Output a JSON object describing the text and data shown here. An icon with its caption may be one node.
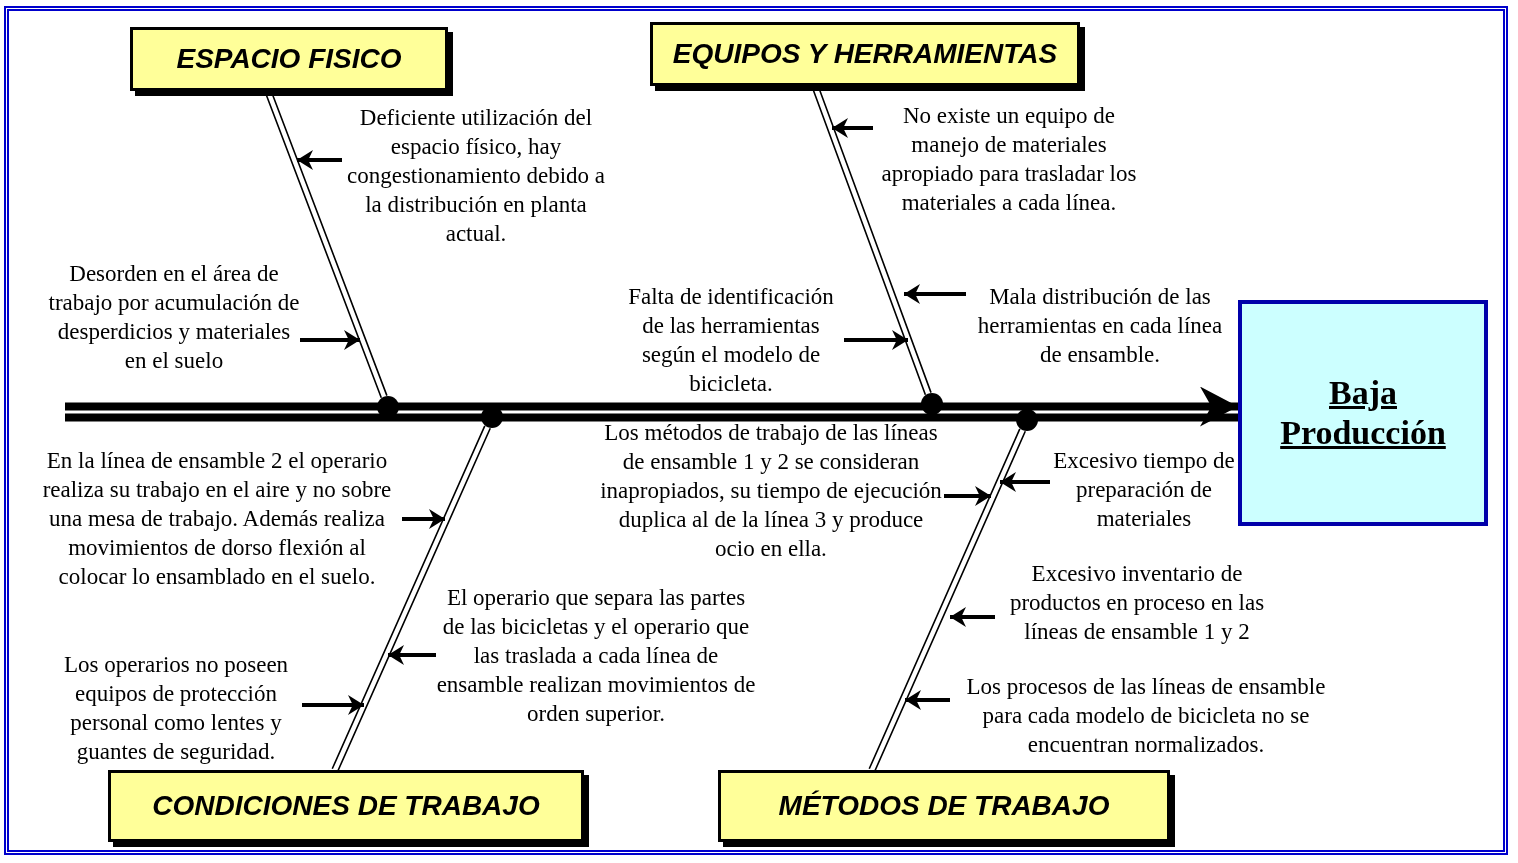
{
  "diagram": {
    "nodes": [
      {
        "text": [
          "ESPACIO FISICO"
        ]
      },
      {
        "text": [
          "EQUIPOS Y HERRAMIENTAS"
        ]
      },
      {
        "text": [
          "Baja Producción"
        ]
      },
      {
        "text": [
          "CONDICIONES DE TRABAJO"
        ]
      },
      {
        "text": [
          "MÉTODOS DE TRABAJO"
        ]
      },
      {
        "text": [],
        "shape": "circle"
      },
      {
        "text": [],
        "shape": "circle"
      },
      {
        "text": [],
        "shape": "circle"
      },
      {
        "text": [],
        "shape": "circle"
      },
      {
        "text": [
          "Deficiente utilización del espacio físico, hay congestionamiento debido a la distribución en planta actual."
        ]
      },
      {
        "text": [
          "No existe un equipo de manejo de materiales apropiado para trasladar los materiales a cada línea."
        ]
      },
      {
        "text": [
          "Desorden en el área de trabajo por acumulación de desperdicios y materiales en el suelo"
        ]
      },
      {
        "text": [
          "Falta de identificación de las herramientas según el modelo de bicicleta."
        ]
      },
      {
        "text": [
          "Mala distribución de las herramientas en cada línea de ensamble."
        ]
      },
      {
        "text": [
          "En la línea de ensamble 2 el operario realiza su trabajo en el aire y no sobre una mesa de trabajo. Además realiza movimientos de dorso flexión al colocar lo ensamblado en el suelo."
        ]
      },
      {
        "text": [
          "Los métodos de trabajo de las líneas de ensamble 1 y 2 se consideran inapropiados, su tiempo de ejecución duplica al de la línea 3 y produce ocio en ella."
        ]
      },
      {
        "text": [
          "Excesivo tiempo de preparación de materiales"
        ]
      },
      {
        "text": [
          "Excesivo inventario de productos en proceso en las líneas de ensamble 1 y 2"
        ]
      },
      {
        "text": [
          "El operario que separa las partes de las bicicletas y el operario que las traslada a cada línea de ensamble realizan movimientos de orden superior."
        ]
      },
      {
        "text": [
          "Los operarios no poseen equipos de protección personal como lentes y guantes de seguridad."
        ]
      },
      {
        "text": [
          "Los procesos de las líneas de ensamble para cada modelo de bicicleta no se encuentran normalizados."
        ]
      }
    ],
    "edges": [
      {
        "from": null,
        "to": 2,
        "arrow": "to",
        "style": "thick"
      },
      {
        "from": 0,
        "to": 5,
        "arrow": "none"
      },
      {
        "from": 1,
        "to": 7,
        "arrow": "none"
      },
      {
        "from": 3,
        "to": 6,
        "arrow": "none"
      },
      {
        "from": 4,
        "to": 8,
        "arrow": "none"
      },
      {
        "from": 9,
        "to": null,
        "arrow": "to"
      },
      {
        "from": 10,
        "to": null,
        "arrow": "to"
      },
      {
        "from": 11,
        "to": null,
        "arrow": "to"
      },
      {
        "from": 12,
        "to": null,
        "arrow": "to"
      },
      {
        "from": 13,
        "to": null,
        "arrow": "to"
      },
      {
        "from": 14,
        "to": null,
        "arrow": "to"
      },
      {
        "from": 15,
        "to": null,
        "arrow": "to"
      },
      {
        "from": 16,
        "to": null,
        "arrow": "to"
      },
      {
        "from": 17,
        "to": null,
        "arrow": "to"
      },
      {
        "from": 18,
        "to": null,
        "arrow": "to"
      },
      {
        "from": 19,
        "to": null,
        "arrow": "to"
      },
      {
        "from": 20,
        "to": null,
        "arrow": "to"
      }
    ]
  }
}
